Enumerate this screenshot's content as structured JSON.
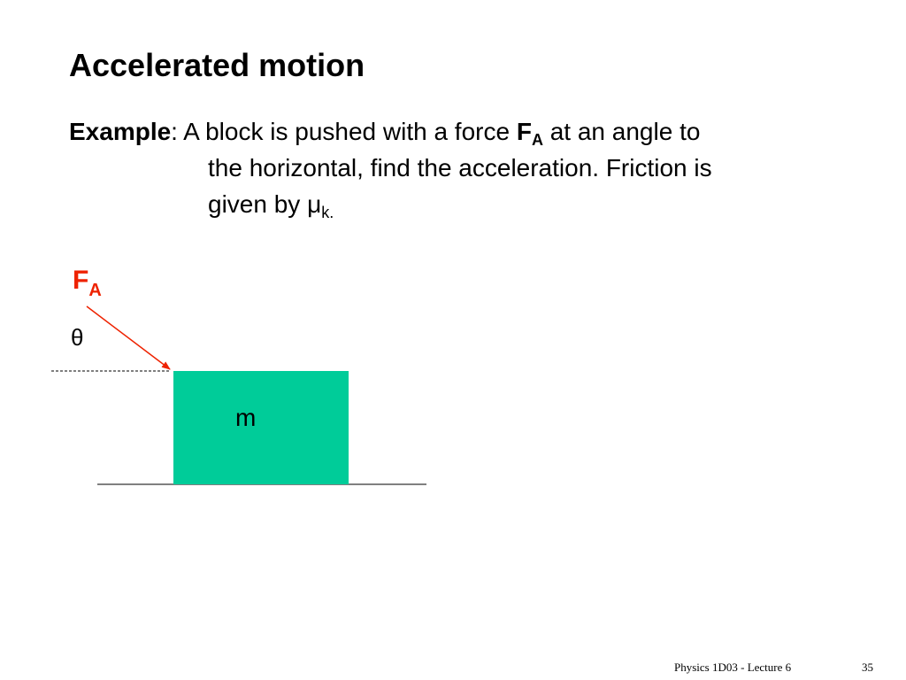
{
  "slide": {
    "title": "Accelerated motion",
    "body": {
      "lead_bold": "Example",
      "lead_rest": ": A block is pushed with a force ",
      "force_symbol": "F",
      "force_subscript": "A",
      "line1_tail": " at an angle to",
      "line2": "the horizontal, find the acceleration.  Friction is",
      "line3_text": "given by μ",
      "line3_subscript": "k."
    },
    "diagram": {
      "force_label": "F",
      "force_label_subscript": "A",
      "angle_label": "θ",
      "mass_label": "m",
      "block_color": "#00cc99",
      "arrow_color": "#ee2200"
    },
    "footer": {
      "course": "Physics 1D03 - Lecture 6",
      "page_number": "35"
    }
  }
}
